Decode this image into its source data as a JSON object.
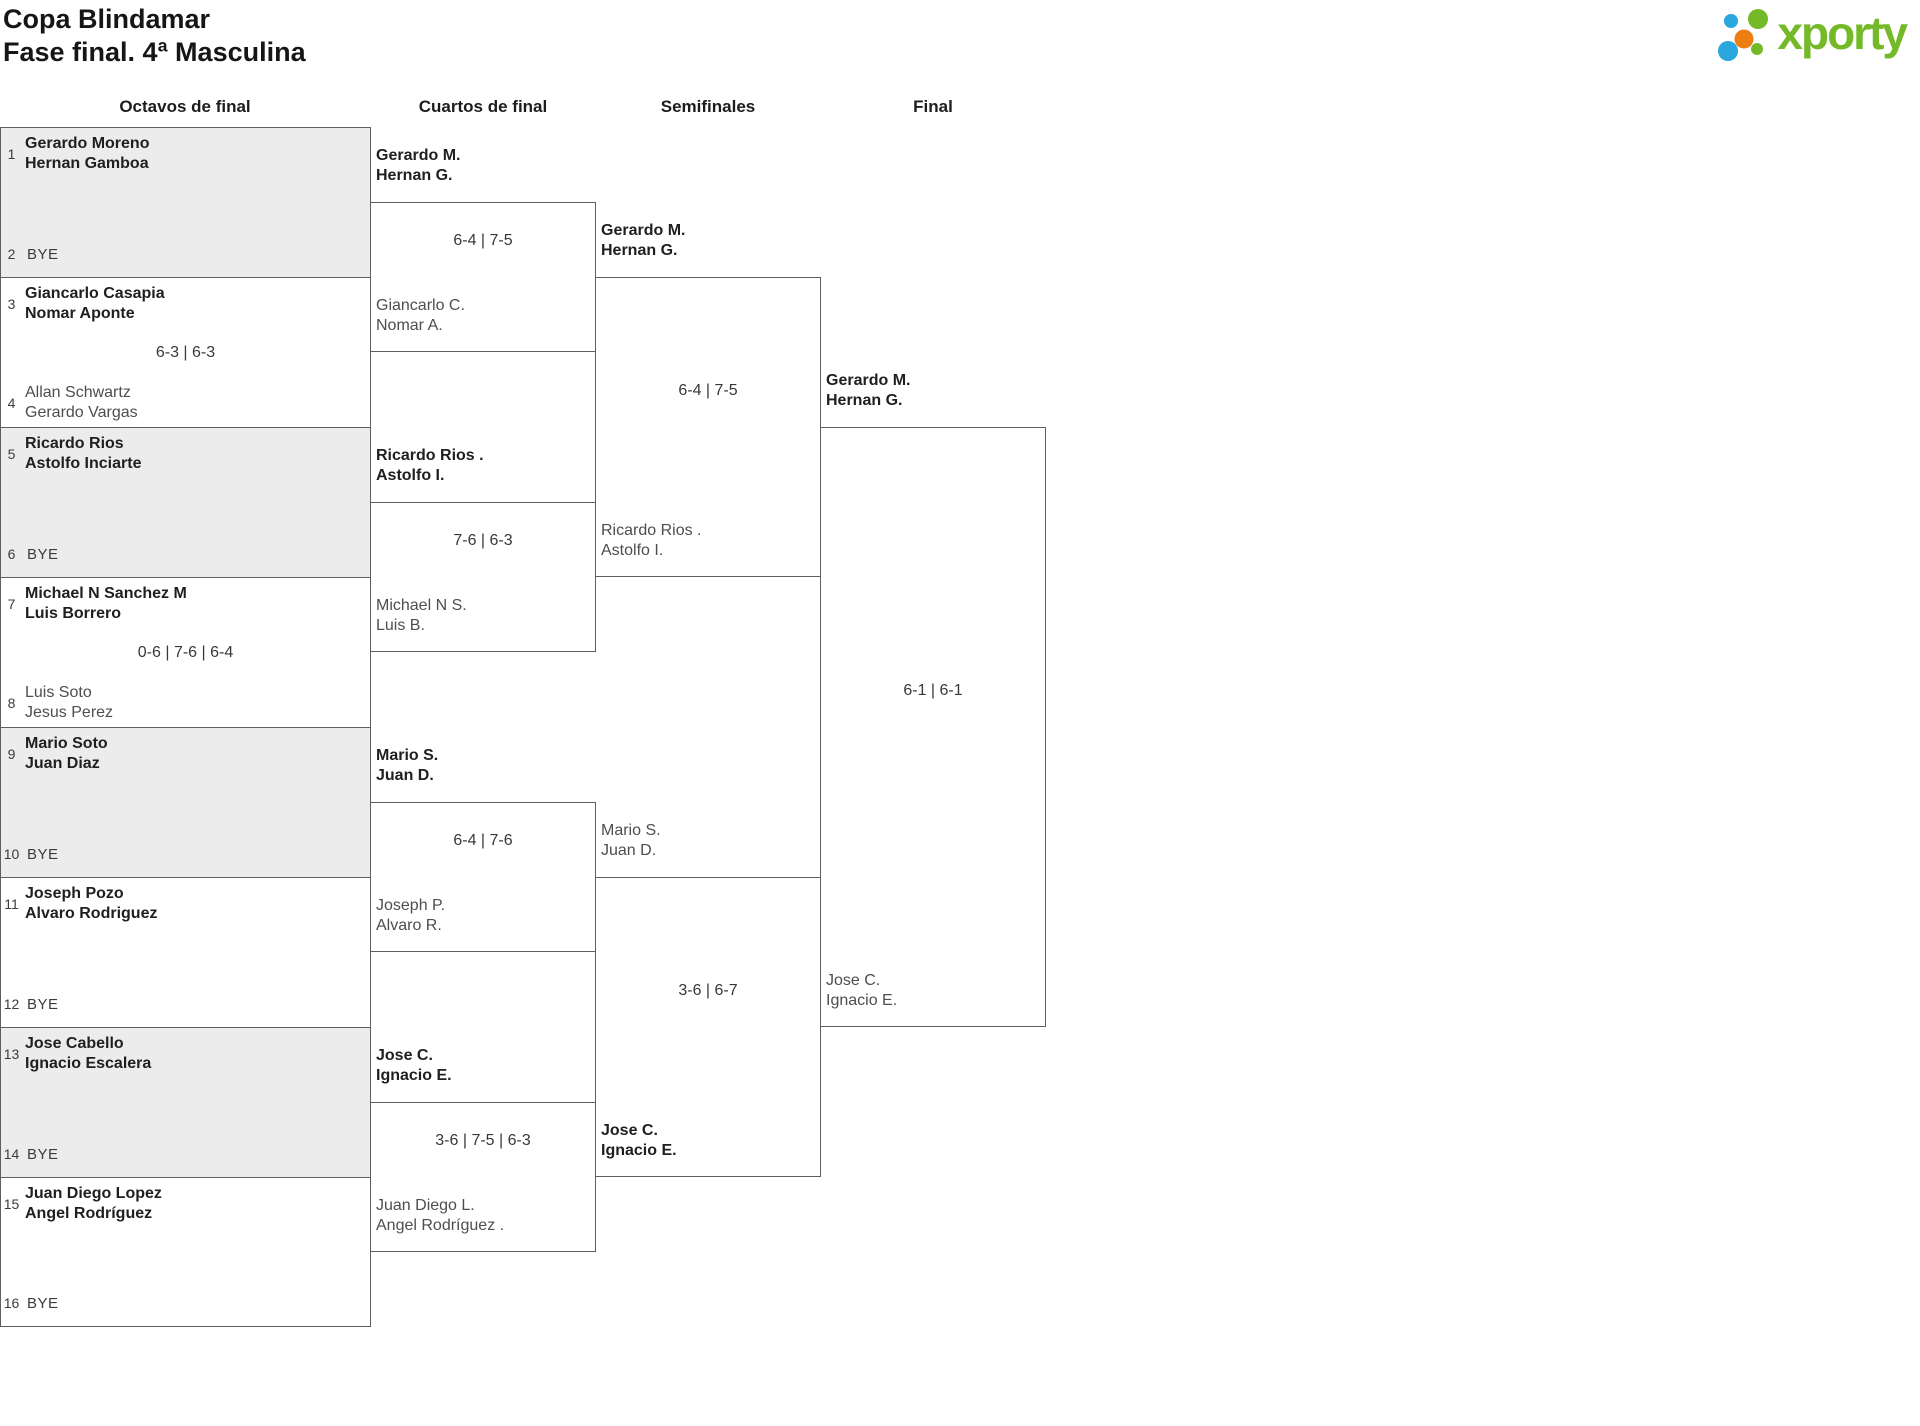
{
  "header": {
    "title_line1": "Copa Blindamar",
    "title_line2": "Fase final. 4ª Masculina"
  },
  "logo": {
    "brand": "xporty"
  },
  "colors": {
    "logo_green": "#74b928",
    "logo_blue": "#2aa7df",
    "logo_orange": "#ee7d12",
    "box_shaded": "#ececec",
    "box_border": "#5f5f5f"
  },
  "columns": {
    "round_of_16": "Octavos de final",
    "quarterfinals": "Cuartos de final",
    "semifinals": "Semifinales",
    "final": "Final"
  },
  "r16": [
    {
      "seed1": "1",
      "team1": [
        "Gerardo Moreno",
        "Hernan Gamboa"
      ],
      "seed2": "2",
      "bye": "BYE",
      "score": "",
      "winner": "top",
      "shaded": true
    },
    {
      "seed1": "3",
      "team1": [
        "Giancarlo Casapia",
        "Nomar Aponte"
      ],
      "seed2": "4",
      "team2": [
        "Allan Schwartz",
        "Gerardo Vargas"
      ],
      "score": "6-3 | 6-3",
      "winner": "top",
      "shaded": false
    },
    {
      "seed1": "5",
      "team1": [
        "Ricardo Rios",
        "Astolfo Inciarte"
      ],
      "seed2": "6",
      "bye": "BYE",
      "score": "",
      "winner": "top",
      "shaded": true
    },
    {
      "seed1": "7",
      "team1": [
        "Michael N Sanchez M",
        "Luis Borrero"
      ],
      "seed2": "8",
      "team2": [
        "Luis Soto",
        "Jesus Perez"
      ],
      "score": "0-6 | 7-6 | 6-4",
      "winner": "top",
      "shaded": false
    },
    {
      "seed1": "9",
      "team1": [
        "Mario Soto",
        "Juan Diaz"
      ],
      "seed2": "10",
      "bye": "BYE",
      "score": "",
      "winner": "top",
      "shaded": true
    },
    {
      "seed1": "11",
      "team1": [
        "Joseph Pozo",
        "Alvaro Rodriguez"
      ],
      "seed2": "12",
      "bye": "BYE",
      "score": "",
      "winner": "top",
      "shaded": false
    },
    {
      "seed1": "13",
      "team1": [
        "Jose Cabello",
        "Ignacio Escalera"
      ],
      "seed2": "14",
      "bye": "BYE",
      "score": "",
      "winner": "top",
      "shaded": true
    },
    {
      "seed1": "15",
      "team1": [
        "Juan Diego Lopez",
        "Angel Rodríguez"
      ],
      "seed2": "16",
      "bye": "BYE",
      "score": "",
      "winner": "top",
      "shaded": false
    }
  ],
  "qf": [
    {
      "top": [
        "Gerardo M.",
        "Hernan G."
      ],
      "score": "6-4 | 7-5",
      "bottom": [
        "Giancarlo C.",
        "Nomar A."
      ],
      "winner": "top"
    },
    {
      "top": [
        "Ricardo Rios .",
        "Astolfo I."
      ],
      "score": "7-6 | 6-3",
      "bottom": [
        "Michael N S.",
        "Luis B."
      ],
      "winner": "top"
    },
    {
      "top": [
        "Mario S.",
        "Juan D."
      ],
      "score": "6-4 | 7-6",
      "bottom": [
        "Joseph P.",
        "Alvaro R."
      ],
      "winner": "top"
    },
    {
      "top": [
        "Jose C.",
        "Ignacio E."
      ],
      "score": "3-6 | 7-5 | 6-3",
      "bottom": [
        "Juan Diego L.",
        "Angel Rodríguez ."
      ],
      "winner": "top"
    }
  ],
  "sf": [
    {
      "top": [
        "Gerardo M.",
        "Hernan G."
      ],
      "score": "6-4 | 7-5",
      "bottom": [
        "Ricardo Rios .",
        "Astolfo I."
      ],
      "winner": "top"
    },
    {
      "top": [
        "Mario S.",
        "Juan D."
      ],
      "score": "3-6 | 6-7",
      "bottom": [
        "Jose C.",
        "Ignacio E."
      ],
      "winner": "bottom"
    }
  ],
  "final": {
    "top": [
      "Gerardo M.",
      "Hernan G."
    ],
    "score": "6-1 | 6-1",
    "bottom": [
      "Jose C.",
      "Ignacio E."
    ],
    "winner": "top"
  }
}
